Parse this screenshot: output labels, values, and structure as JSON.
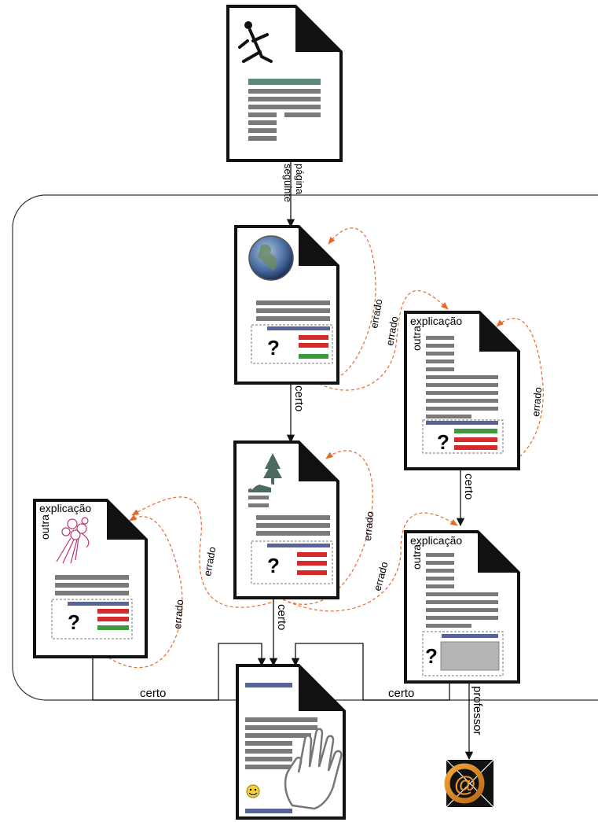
{
  "labels": {
    "pagina": "página",
    "seguinte": "seguinte",
    "certo": "certo",
    "errado": "errado",
    "outra": "outra",
    "explicacao": "explicação",
    "professor": "professor",
    "question_mark": "?",
    "at_sign": "@"
  },
  "colors": {
    "connector": "#1a1a1a",
    "wrong_arrow": "#e8682a",
    "text_line": "#7a7a7a",
    "title_bar": "#5e8a7f",
    "question_bar": "#58639a",
    "option_red": "#d42a2a",
    "option_green": "#3c9a3c",
    "box_grey": "#b5b5b5"
  },
  "icons": [
    "runner-icon",
    "globe-icon",
    "tree-road-icon",
    "flower-bouquet-icon",
    "hand-icon",
    "smiley-icon",
    "email-at-icon"
  ]
}
